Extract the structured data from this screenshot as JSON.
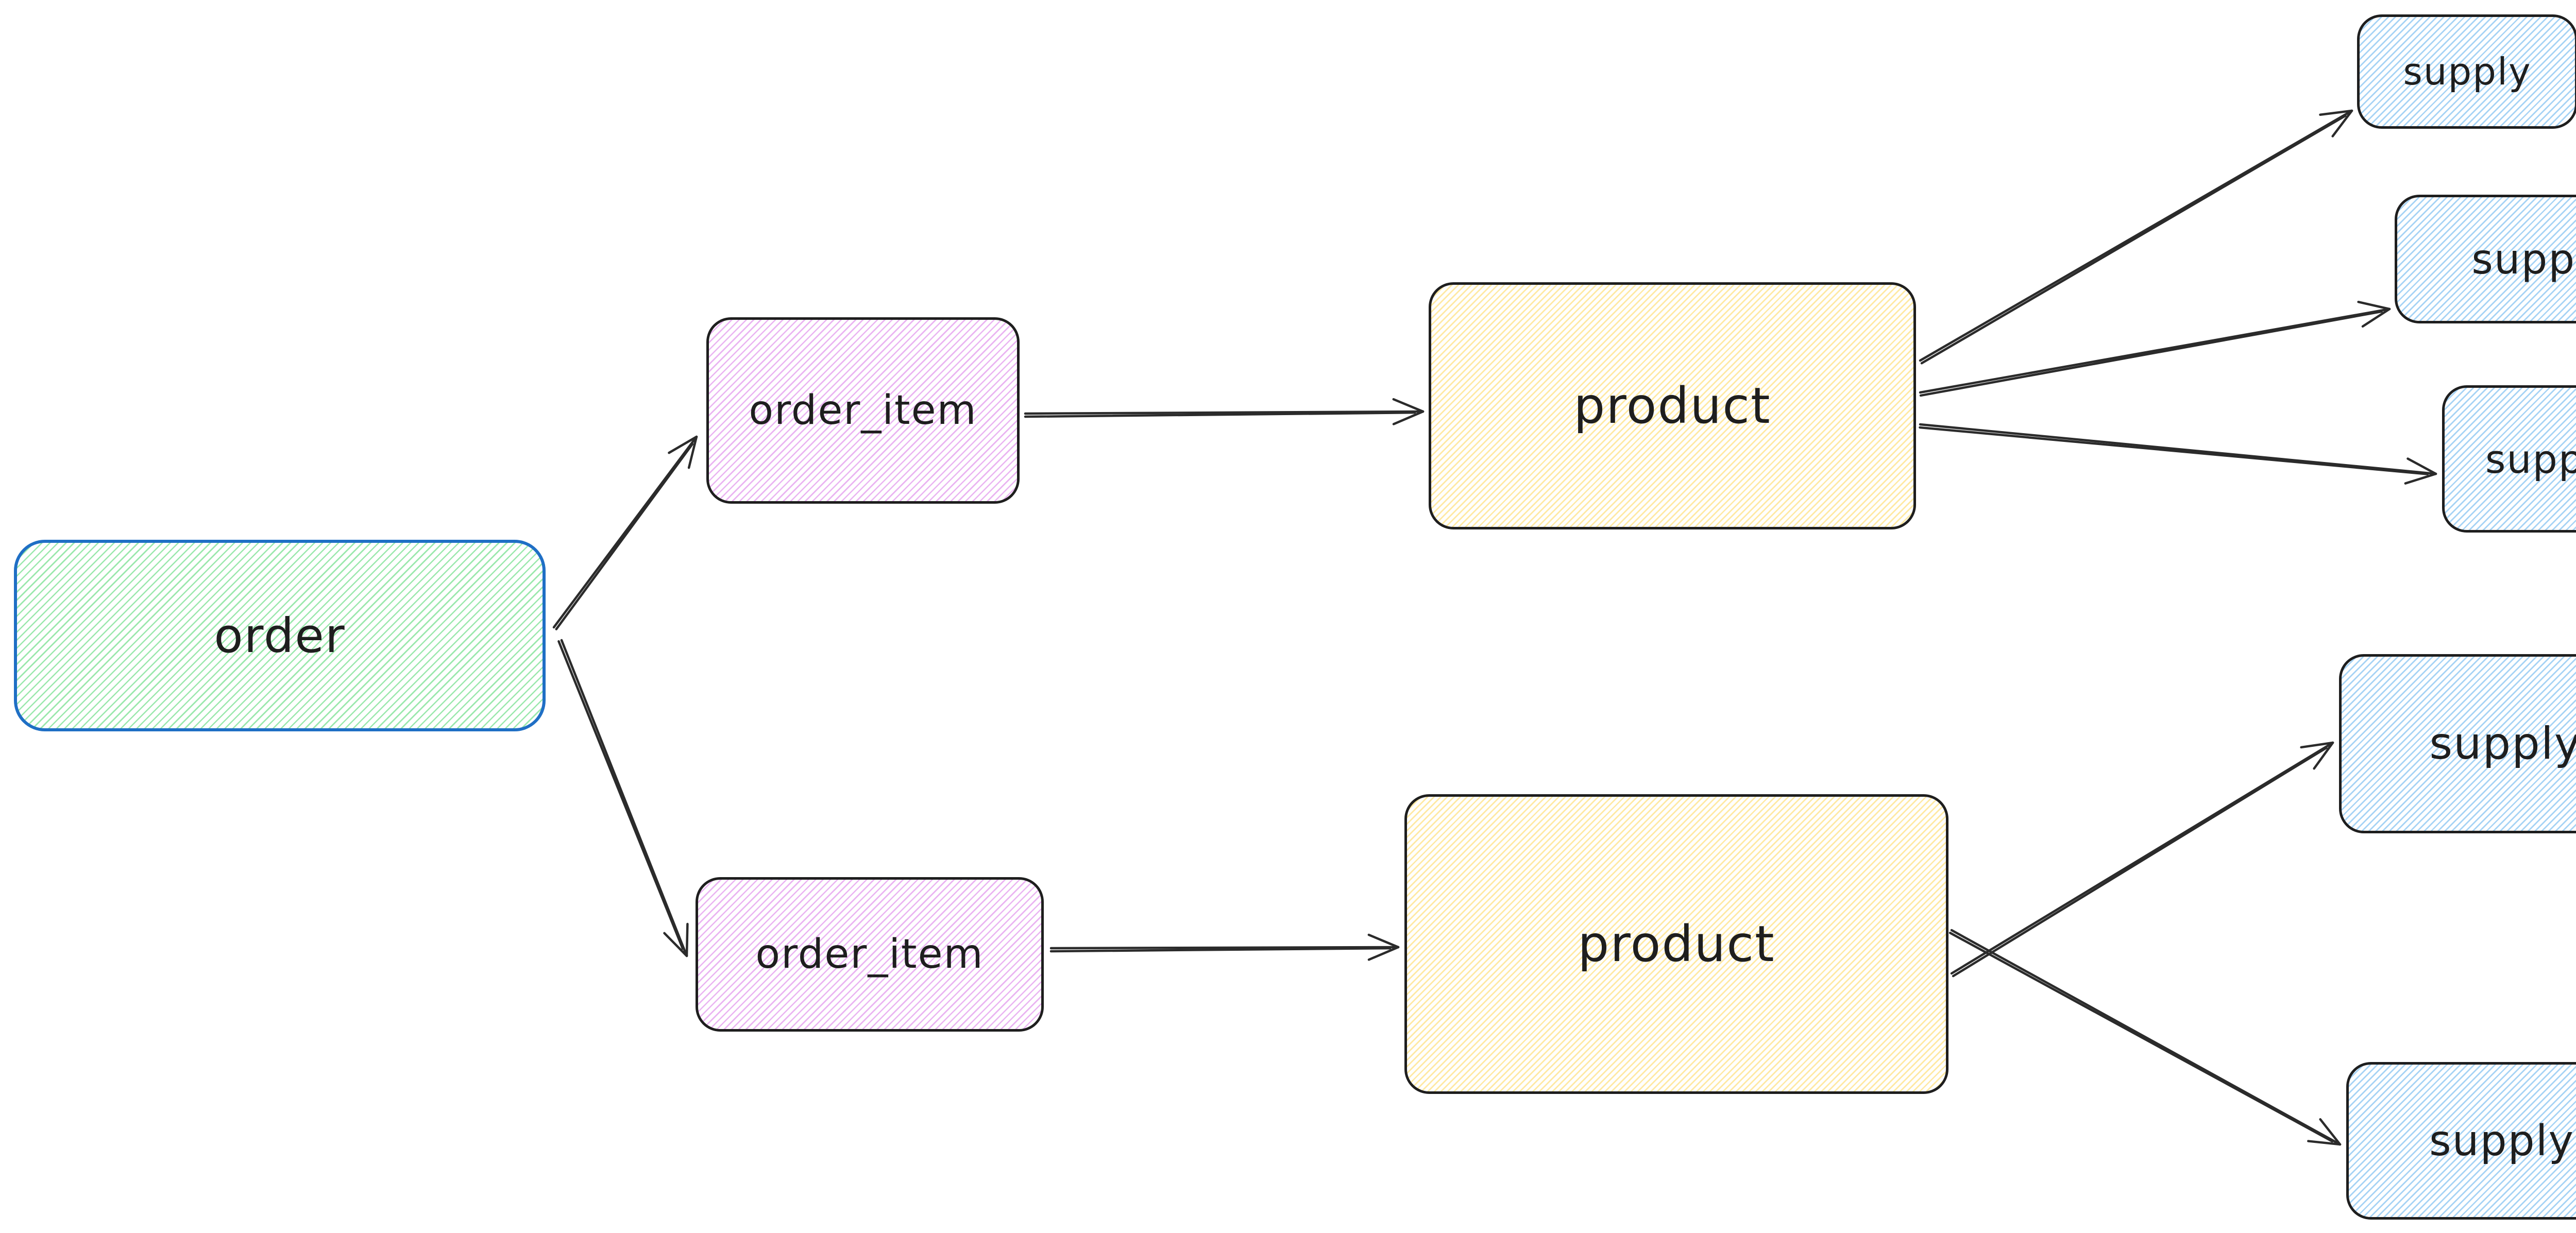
{
  "diagram": {
    "background": "#ffffff",
    "nodes": [
      {
        "id": "order",
        "label": "order",
        "fill": "green-hachure",
        "border": "#1f6fc5"
      },
      {
        "id": "order_item_top",
        "label": "order_item",
        "fill": "violet-hachure",
        "border": "#1e1e1e"
      },
      {
        "id": "order_item_bottom",
        "label": "order_item",
        "fill": "violet-hachure",
        "border": "#1e1e1e"
      },
      {
        "id": "product_top",
        "label": "product",
        "fill": "yellow-hachure",
        "border": "#1e1e1e"
      },
      {
        "id": "product_bottom",
        "label": "product",
        "fill": "yellow-hachure",
        "border": "#1e1e1e"
      },
      {
        "id": "supply_1",
        "label": "supply",
        "fill": "blue-hachure",
        "border": "#1e1e1e"
      },
      {
        "id": "supply_2",
        "label": "supply",
        "fill": "blue-hachure",
        "border": "#1e1e1e"
      },
      {
        "id": "supply_3",
        "label": "supply",
        "fill": "blue-hachure",
        "border": "#1e1e1e"
      },
      {
        "id": "supply_4",
        "label": "supply",
        "fill": "blue-hachure",
        "border": "#1e1e1e"
      },
      {
        "id": "supply_5",
        "label": "supply",
        "fill": "blue-hachure",
        "border": "#1e1e1e"
      }
    ],
    "edges": [
      {
        "from": "order",
        "to": "order_item_top"
      },
      {
        "from": "order",
        "to": "order_item_bottom"
      },
      {
        "from": "order_item_top",
        "to": "product_top"
      },
      {
        "from": "order_item_bottom",
        "to": "product_bottom"
      },
      {
        "from": "product_top",
        "to": "supply_1"
      },
      {
        "from": "product_top",
        "to": "supply_2"
      },
      {
        "from": "product_top",
        "to": "supply_3"
      },
      {
        "from": "product_bottom",
        "to": "supply_4"
      },
      {
        "from": "product_bottom",
        "to": "supply_5"
      }
    ],
    "colors": {
      "edge_stroke": "#2b2b2b",
      "text": "#1e1e1e",
      "order_border": "#1f6fc5",
      "node_border": "#1e1e1e",
      "hachure_green": "#9be8ad",
      "hachure_violet": "#eab4f2",
      "hachure_yellow": "#ffe9a3",
      "hachure_blue": "#a6d3f5"
    }
  }
}
